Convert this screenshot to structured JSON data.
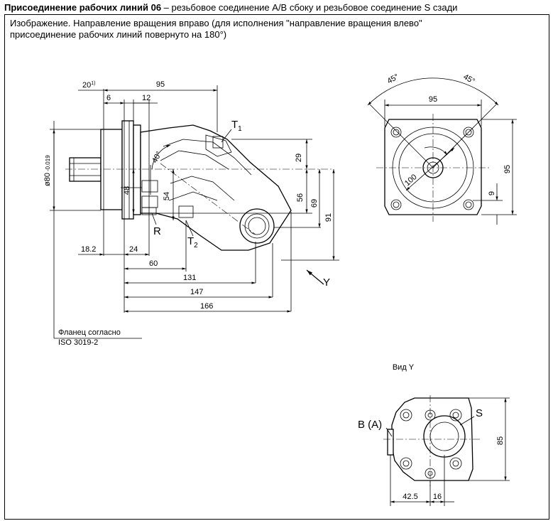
{
  "header": {
    "title_bold": "Присоединение рабочих линий 06",
    "title_rest": " – резьбовое соединение A/B сбоку и резьбовое соединение S сзади"
  },
  "caption": {
    "line1": "Изображение. Направление вращения вправо (для исполнения \"направление вращения влево\"",
    "line2": "присоединение рабочих линий повернуто на 180°)"
  },
  "side_view": {
    "dims": {
      "d20": "20",
      "d20_sup": "1)",
      "d95": "95",
      "d6": "6",
      "d12": "12",
      "d29": "29",
      "d48": "48",
      "d54": "54",
      "d56": "56",
      "d69": "69",
      "d91": "91",
      "d18_2": "18.2",
      "d24": "24",
      "d60": "60",
      "d131": "131",
      "d147": "147",
      "d166": "166",
      "dia80": "ø80",
      "dia80_tol": "-0.019",
      "angle40": "40°"
    },
    "labels": {
      "t1": "T",
      "t1_sub": "1",
      "t2": "T",
      "t2_sub": "2",
      "r": "R",
      "y": "Y"
    },
    "flange_note_line1": "Фланец согласно",
    "flange_note_line2": "ISO 3019-2"
  },
  "front_view": {
    "dims": {
      "a45_left": "45°",
      "a45_right": "45°",
      "w95": "95",
      "h95": "95",
      "d100": "100",
      "d9": "9"
    }
  },
  "view_y": {
    "title": "Вид Y",
    "label_b": "B (A)",
    "label_s": "S",
    "dims": {
      "h85": "85",
      "w42_5": "42.5",
      "w16": "16"
    }
  }
}
